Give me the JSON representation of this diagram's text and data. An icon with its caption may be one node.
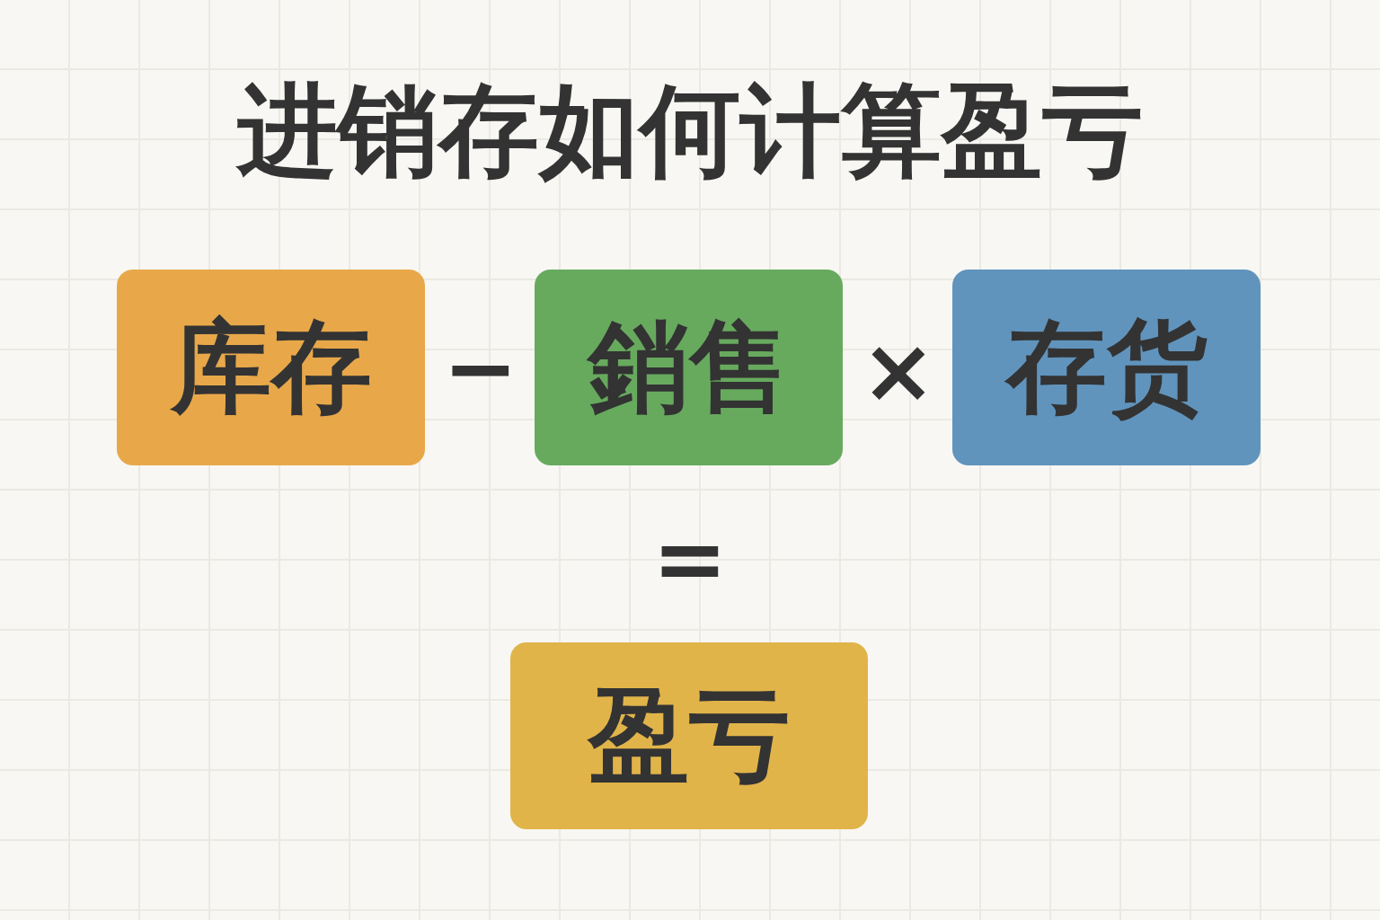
{
  "diagram": {
    "title": "进销存如何计算盈亏",
    "nodes": [
      {
        "text": [
          "库存"
        ]
      },
      {
        "text": [
          "銷售"
        ]
      },
      {
        "text": [
          "存货"
        ]
      },
      {
        "text": [
          "盈亏"
        ]
      }
    ],
    "labels": [
      "−",
      "×",
      "="
    ]
  }
}
